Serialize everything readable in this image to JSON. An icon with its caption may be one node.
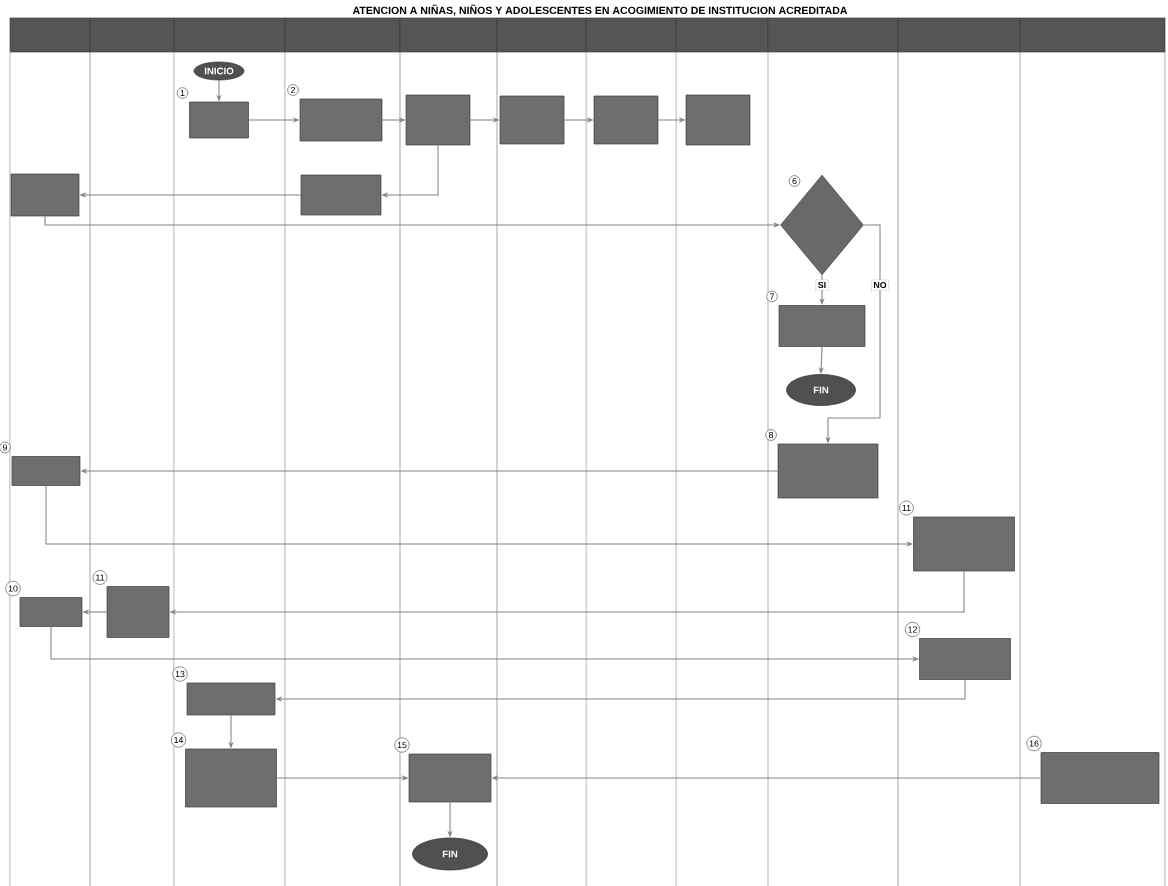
{
  "diagram": {
    "title": "ATENCION A NIÑAS, NIÑOS Y ADOLESCENTES EN ACOGIMIENTO DE INSTITUCION ACREDITADA",
    "nodes": [
      {
        "text": [],
        "shape": "band"
      },
      {
        "text": [],
        "shape": "band"
      },
      {
        "text": [],
        "shape": "band"
      },
      {
        "text": [],
        "shape": "band"
      },
      {
        "text": [],
        "shape": "band"
      },
      {
        "text": [],
        "shape": "band"
      },
      {
        "text": [],
        "shape": "band"
      },
      {
        "text": [],
        "shape": "band"
      },
      {
        "text": [],
        "shape": "band"
      },
      {
        "text": [],
        "shape": "band"
      },
      {
        "text": [],
        "shape": "band"
      },
      {
        "text": [
          "INICIO"
        ]
      },
      {
        "text": [],
        "shape": "box",
        "beside": [
          "1"
        ]
      },
      {
        "text": [],
        "shape": "box",
        "beside": [
          "2"
        ]
      },
      {
        "text": [],
        "shape": "box"
      },
      {
        "text": [],
        "shape": "box"
      },
      {
        "text": [],
        "shape": "box"
      },
      {
        "text": [],
        "shape": "box"
      },
      {
        "text": [],
        "shape": "box"
      },
      {
        "text": [],
        "shape": "box"
      },
      {
        "text": [],
        "shape": "diamond",
        "beside": [
          "6"
        ]
      },
      {
        "text": [],
        "shape": "box",
        "beside": [
          "7"
        ]
      },
      {
        "text": [
          "FIN"
        ]
      },
      {
        "text": [],
        "shape": "box",
        "beside": [
          "8"
        ]
      },
      {
        "text": [],
        "shape": "box",
        "beside": [
          "9"
        ]
      },
      {
        "text": [],
        "shape": "box",
        "beside": [
          "11"
        ]
      },
      {
        "text": [],
        "shape": "box",
        "beside": [
          "11"
        ]
      },
      {
        "text": [],
        "shape": "box",
        "beside": [
          "10"
        ]
      },
      {
        "text": [],
        "shape": "box",
        "beside": [
          "12"
        ]
      },
      {
        "text": [],
        "shape": "box",
        "beside": [
          "13"
        ]
      },
      {
        "text": [],
        "shape": "box",
        "beside": [
          "14"
        ]
      },
      {
        "text": [],
        "shape": "box",
        "beside": [
          "15"
        ]
      },
      {
        "text": [],
        "shape": "box",
        "beside": [
          "16"
        ]
      },
      {
        "text": [
          "FIN"
        ]
      }
    ],
    "edges": [
      {
        "from": 11,
        "to": 12,
        "arrow": "to"
      },
      {
        "from": 12,
        "to": 13,
        "arrow": "to"
      },
      {
        "from": 13,
        "to": 14,
        "arrow": "to"
      },
      {
        "from": 14,
        "to": 15,
        "arrow": "to"
      },
      {
        "from": 15,
        "to": 16,
        "arrow": "to"
      },
      {
        "from": 16,
        "to": 17,
        "arrow": "to"
      },
      {
        "from": 14,
        "to": 18,
        "arrow": "to"
      },
      {
        "from": 18,
        "to": 19,
        "arrow": "to"
      },
      {
        "from": 19,
        "to": 20,
        "arrow": "to"
      },
      {
        "from": 20,
        "to": 21,
        "arrow": "to",
        "label": "SI"
      },
      {
        "from": 20,
        "to": 23,
        "arrow": "to",
        "label": "NO"
      },
      {
        "from": 21,
        "to": 22,
        "arrow": "to"
      },
      {
        "from": 23,
        "to": 24,
        "arrow": "to"
      },
      {
        "from": 24,
        "to": 25,
        "arrow": "to"
      },
      {
        "from": 25,
        "to": 26,
        "arrow": "to"
      },
      {
        "from": 26,
        "to": 27,
        "arrow": "to"
      },
      {
        "from": 27,
        "to": 28,
        "arrow": "to"
      },
      {
        "from": 28,
        "to": 29,
        "arrow": "to"
      },
      {
        "from": 29,
        "to": 30,
        "arrow": "to"
      },
      {
        "from": 30,
        "to": 31,
        "arrow": "to"
      },
      {
        "from": 32,
        "to": 31,
        "arrow": "to"
      },
      {
        "from": 31,
        "to": 33,
        "arrow": "to"
      }
    ]
  }
}
